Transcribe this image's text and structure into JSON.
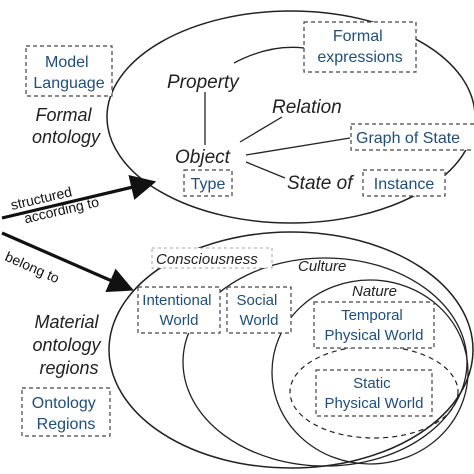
{
  "colors": {
    "term_text": "#1f4e79",
    "concept_text": "#222222",
    "lines": "#222222"
  },
  "legend": {
    "model_language": [
      "Model",
      "Language"
    ],
    "formal_ontology": [
      "Formal",
      "ontology"
    ],
    "material_regions": [
      "Material",
      "ontology",
      "regions"
    ],
    "ontology_regions": [
      "Ontology",
      "Regions"
    ]
  },
  "arrows": {
    "structured": [
      "structured",
      "according to"
    ],
    "belong": "belong to"
  },
  "formal": {
    "property": "Property",
    "relation": "Relation",
    "object": "Object",
    "state_of": "State of",
    "formal_expressions": [
      "Formal",
      "expressions"
    ],
    "graph_of_state": "Graph of State",
    "type": "Type",
    "instance": "Instance"
  },
  "material": {
    "consciousness": "Consciousness",
    "culture": "Culture",
    "nature": "Nature",
    "intentional_world": [
      "Intentional",
      "World"
    ],
    "social_world": [
      "Social",
      "World"
    ],
    "temporal_physical_world": [
      "Temporal",
      "Physical World"
    ],
    "static_physical_world": [
      "Static",
      "Physical World"
    ]
  }
}
